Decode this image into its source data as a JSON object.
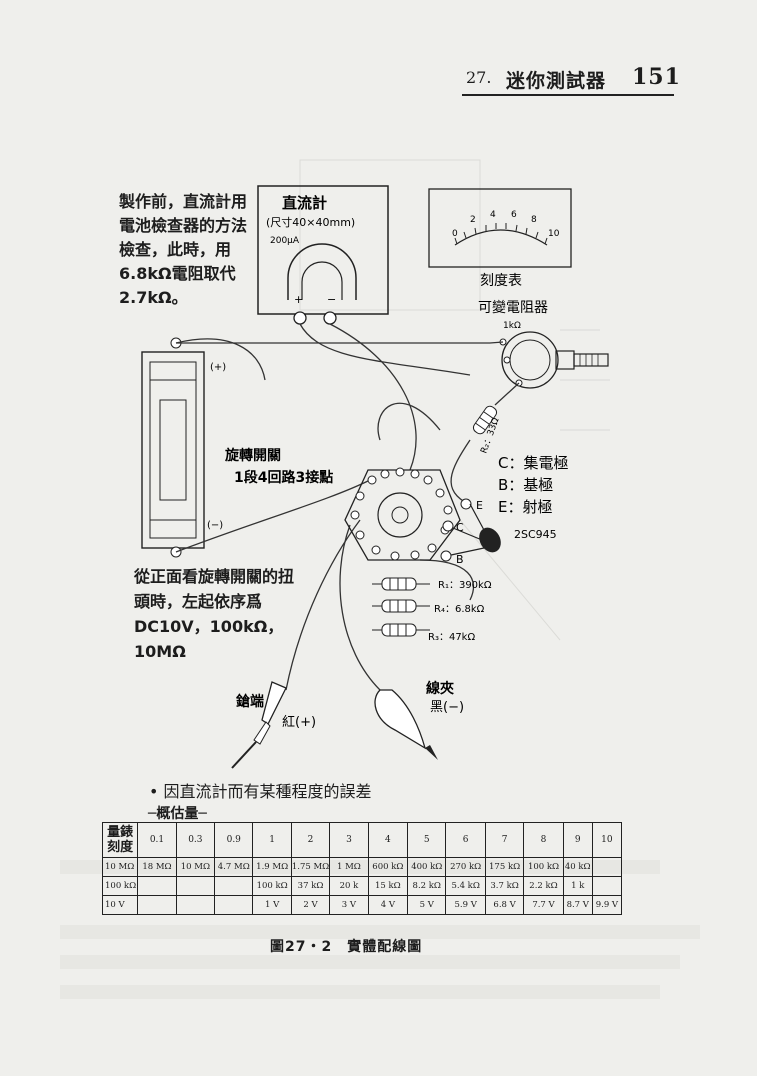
{
  "header": {
    "chapter_number": "27.",
    "chapter_title": "迷你測試器",
    "page_number": "151"
  },
  "notes": {
    "calibration": "製作前，直流計用電池檢查器的方法檢查，此時，用6.8kΩ電阻取代2.7kΩ。",
    "switch_order": "從正面看旋轉開關的扭頭時，左起依序爲DC10V，100kΩ，10MΩ"
  },
  "diagram": {
    "meter_title": "直流計",
    "meter_size": "(尺寸40×40mm)",
    "meter_current": "200μA",
    "meter_plus": "+",
    "meter_minus": "−",
    "scale_label": "刻度表",
    "scale_ticks": [
      "0",
      "2",
      "4",
      "6",
      "8",
      "10"
    ],
    "pot_label": "可變電阻器",
    "pot_value": "1kΩ",
    "battery_plus": "(+)",
    "battery_minus": "(−)",
    "switch_label_1": "旋轉開關",
    "switch_label_2": "1段4回路3接點",
    "r2_label": "R₂：33Ω",
    "c_label": "C：集電極",
    "b_label": "B：基極",
    "e_label": "E：射極",
    "pin_e": "E",
    "pin_c": "C",
    "pin_b": "B",
    "transistor": "2SC945",
    "r1_label": "R₁：390kΩ",
    "r4_label": "R₄：6.8kΩ",
    "r3_label": "R₃：47kΩ",
    "probe_label": "鎗端",
    "probe_red": "紅(+)",
    "clip_label": "線夾",
    "clip_black": "黑(−)"
  },
  "error_note": "• 因直流計而有某種程度的誤差",
  "estimate_label": "─概估量─",
  "table": {
    "corner": "量錶刻度",
    "headers": [
      "0.1",
      "0.3",
      "0.9",
      "1",
      "2",
      "3",
      "4",
      "5",
      "6",
      "7",
      "8",
      "9",
      "10"
    ],
    "rows": [
      {
        "label": "10 MΩ",
        "cells": [
          "18 MΩ",
          "10 MΩ",
          "4.7 MΩ",
          "1.9 MΩ",
          "1.75 MΩ",
          "1 MΩ",
          "600 kΩ",
          "400 kΩ",
          "270 kΩ",
          "175 kΩ",
          "100 kΩ",
          "40 kΩ",
          ""
        ]
      },
      {
        "label": "100 kΩ",
        "cells": [
          "",
          "",
          "",
          "100 kΩ",
          "37 kΩ",
          "20 k",
          "15 kΩ",
          "8.2 kΩ",
          "5.4 kΩ",
          "3.7 kΩ",
          "2.2 kΩ",
          "1 k",
          ""
        ]
      },
      {
        "label": "10 V",
        "cells": [
          "",
          "",
          "",
          "1 V",
          "2 V",
          "3 V",
          "4 V",
          "5 V",
          "5.9 V",
          "6.8 V",
          "7.7 V",
          "8.7 V",
          "9.9 V"
        ]
      }
    ]
  },
  "caption": "圖27・2　實體配線圖"
}
